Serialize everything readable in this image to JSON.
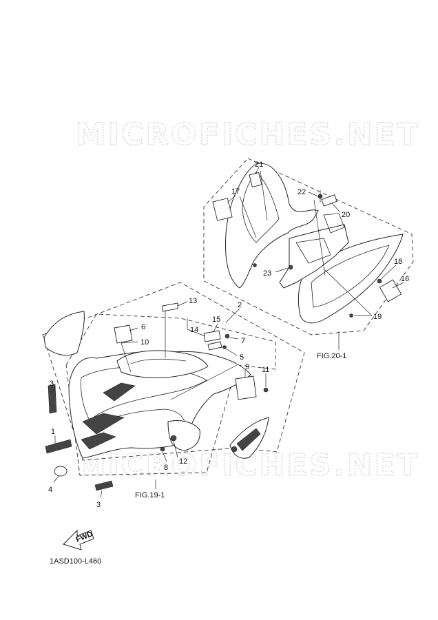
{
  "watermark": "MICROFICHES.NET",
  "figure_refs": {
    "upper": "FIG.20-1",
    "lower": "FIG.19-1"
  },
  "fwd_label": "FWD",
  "drawing_code": "1ASD100-L460",
  "callouts": {
    "c1": "1",
    "c2": "2",
    "c3a": "3",
    "c3b": "3",
    "c4": "4",
    "c5": "5",
    "c6": "6",
    "c7": "7",
    "c8": "8",
    "c9": "9",
    "c10": "10",
    "c11": "11",
    "c12": "12",
    "c13": "13",
    "c14": "14",
    "c15": "15",
    "c16": "16",
    "c17": "17",
    "c18": "18",
    "c19": "19",
    "c20": "20",
    "c21": "21",
    "c22": "22",
    "c23": "23"
  }
}
